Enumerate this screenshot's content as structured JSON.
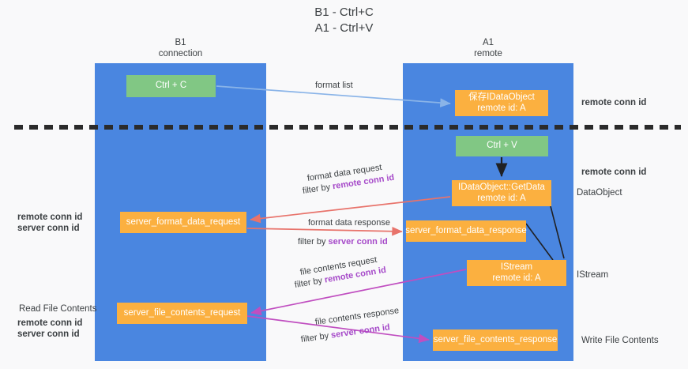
{
  "title": "B1 - Ctrl+C\nA1 - Ctrl+V",
  "columns": [
    {
      "id": "b1",
      "header": "B1\nconnection",
      "color": "#4a86e0"
    },
    {
      "id": "a1",
      "header": "A1\nremote",
      "color": "#4a86e0"
    }
  ],
  "divider": {
    "name": "dashed-divider",
    "color": "#3c4043"
  },
  "colors": {
    "column_blue": "#4a86e0",
    "node_green": "#81c784",
    "node_orange": "#fbb040",
    "accent_purple": "#a64ac9",
    "accent_green": "#5fa868",
    "arrow_blue": "#8ab4e8",
    "arrow_red": "#e8736b",
    "arrow_magenta": "#c04ec0",
    "arrow_black": "#202124",
    "background": "#f9f9fa"
  },
  "nodes": [
    {
      "id": "ctrlc",
      "label": "Ctrl + C",
      "style": "green",
      "column": "b1"
    },
    {
      "id": "dataobj",
      "label": "保存IDataObject\nremote id: A",
      "style": "orange",
      "column": "a1"
    },
    {
      "id": "ctrlv",
      "label": "Ctrl + V",
      "style": "green",
      "column": "a1"
    },
    {
      "id": "getdata",
      "label": "IDataObject::GetData\nremote id: A",
      "style": "orange",
      "column": "a1"
    },
    {
      "id": "sfdreq",
      "label": "server_format_data_request",
      "style": "orange",
      "column": "b1"
    },
    {
      "id": "sfdresp",
      "label": "server_format_data_response",
      "style": "orange",
      "column": "a1"
    },
    {
      "id": "istream",
      "label": "IStream\nremote id: A",
      "style": "orange",
      "column": "a1"
    },
    {
      "id": "sfcreq",
      "label": "server_file_contents_request",
      "style": "orange",
      "column": "b1"
    },
    {
      "id": "sfcresp",
      "label": "server_file_contents_response",
      "style": "orange",
      "column": "a1"
    }
  ],
  "edge_labels": {
    "format_list": "format list",
    "format_data_request": "format data request",
    "format_data_request_filter_prefix": "filter by ",
    "format_data_request_filter_key": "remote conn id",
    "format_data_response": "format data response",
    "format_data_response_filter_prefix": "filter by ",
    "format_data_response_filter_key": "server conn id",
    "file_contents_request": "file contents request",
    "file_contents_request_filter_prefix": "filter by ",
    "file_contents_request_filter_key": "remote conn id",
    "file_contents_response": "file contents response",
    "file_contents_response_filter_prefix": "filter by ",
    "file_contents_response_filter_key": "server conn id"
  },
  "side_labels": {
    "right_remote_conn_id_top": "remote conn id",
    "right_remote_conn_id_mid": "remote conn id",
    "right_dataobject": "DataObject",
    "right_istream": "IStream",
    "right_write_file_contents": "Write File Contents",
    "left_remote_conn_id_mid": "remote conn id",
    "left_server_conn_id_mid": "server conn id",
    "left_read_file_contents": "Read File Contents",
    "left_remote_conn_id_bot": "remote conn id",
    "left_server_conn_id_bot": "server conn id"
  }
}
